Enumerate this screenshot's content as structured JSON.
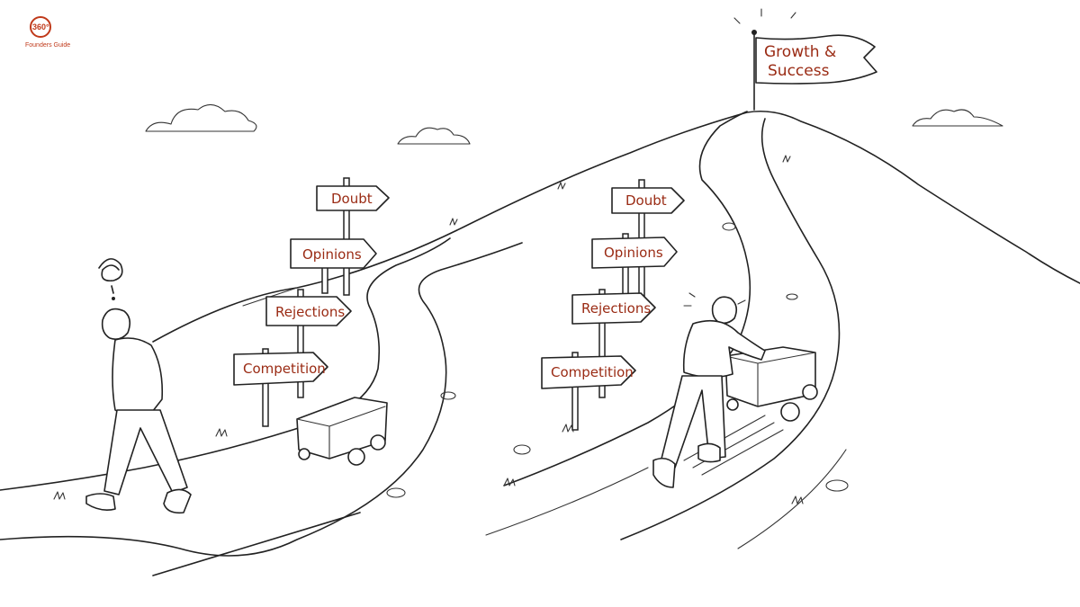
{
  "logo": {
    "mark": "360°",
    "name": "Founders Guide",
    "color": "#c0391a"
  },
  "flag": {
    "line1": "Growth &",
    "line2": "Success"
  },
  "left_signpost": {
    "signs": [
      "Doubt",
      "Opinions",
      "Rejections",
      "Competition"
    ]
  },
  "right_signpost": {
    "signs": [
      "Doubt",
      "Opinions",
      "Rejections",
      "Competition"
    ]
  },
  "colors": {
    "ink": "#222222",
    "label": "#9a2b14",
    "accent": "#c0391a",
    "background": "#ffffff"
  }
}
